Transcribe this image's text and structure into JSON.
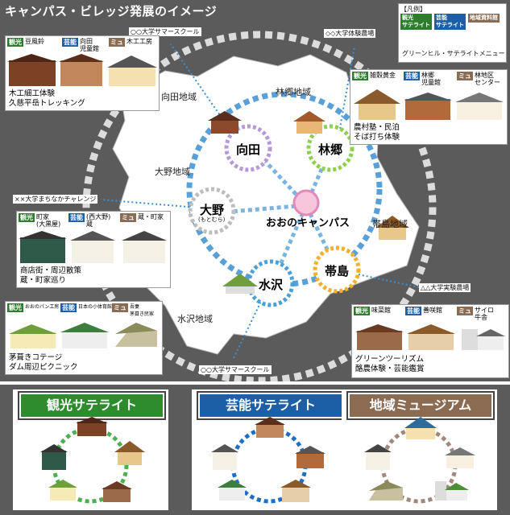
{
  "title": "キャンパス・ビレッジ発展のイメージ",
  "legend": {
    "header": "【凡例】",
    "items": [
      "観光\nサテライト",
      "芸能\nサテライト",
      "地域資料館"
    ],
    "note": "グリーンヒル・サテライトメニュー"
  },
  "regions": [
    "向田地域",
    "林郷地域",
    "大野地域",
    "帯島地域",
    "水沢地域"
  ],
  "hubs": {
    "mukaida": "向田",
    "hayashigo": "林郷",
    "ono": "大野",
    "ono_reading": "(もとむら)",
    "obishima": "帯島",
    "mizusawa": "水沢",
    "center": "おおのキャンパス"
  },
  "universities": {
    "summer_top": "○○大学サマースクール",
    "farm_top": "◇◇大学体験農場",
    "machi": "××大学まちなかチャレンジ",
    "farm_right": "△△大学実験農場",
    "summer_bottom": "○○大学サマースクール"
  },
  "boxes": {
    "mukaida": {
      "t1": "観光",
      "n1": "豆風鈴",
      "t2": "芸能",
      "n2": "向田\n児童館",
      "t3": "ミュ",
      "n3": "木工工房",
      "cap1": "木工細工体験",
      "cap2": "久慈平岳トレッキング"
    },
    "hayashigo": {
      "t1": "観光",
      "n1": "雑穀黄金",
      "t2": "芸能",
      "n2": "林郷\n児童館",
      "t3": "ミュ",
      "n3": "林地区\nセンター",
      "cap1": "農村塾・民泊",
      "cap2": "そば打ち体験"
    },
    "ono": {
      "t1": "観光",
      "n1": "町家\n(大黒屋)",
      "t2": "芸能",
      "n2": "(西大野)\n蔵",
      "t3": "ミュ",
      "n3": "蔵・町家",
      "cap1": "商店街・周辺散策",
      "cap2": "蔵・町家巡り"
    },
    "mizusawa": {
      "t1": "観光",
      "n1": "おおのパン工房",
      "t2": "芸能",
      "n2": "日本の小体育館",
      "t3": "ミュ",
      "n3": "吾妻\n茅葺き民家",
      "cap1": "茅葺きコテージ",
      "cap2": "ダム周辺ピクニック"
    },
    "obishima": {
      "t1": "観光",
      "n1": "味菜館",
      "t2": "芸能",
      "n2": "善咲館",
      "t3": "ミュ",
      "n3": "サイロ\n牛舎",
      "cap1": "グリーンツーリズム",
      "cap2": "酪農体験・芸能鑑賞"
    }
  },
  "panels": [
    {
      "title": "観光サテライト",
      "color": "#2e8b2e"
    },
    {
      "title": "芸能サテライト",
      "color": "#1d5fa6"
    },
    {
      "title": "地域ミュージアム",
      "color": "#8b6b52"
    }
  ]
}
